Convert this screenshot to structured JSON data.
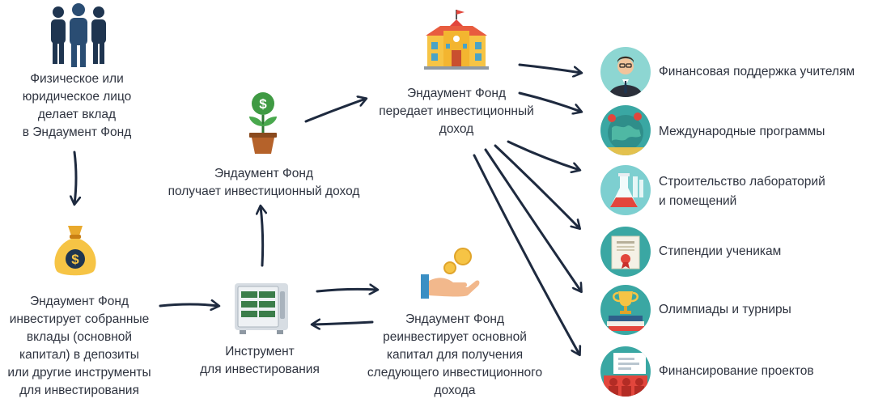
{
  "nodes": {
    "donor": "Физическое или\nюридическое лицо\nделает вклад\nв Эндаумент Фонд",
    "invests": "Эндаумент Фонд\nинвестирует собранные\nвклады (основной\nкапитал) в депозиты\nили другие инструменты\nдля инвестирования",
    "instrument": "Инструмент\nдля инвестирования",
    "receives": "Эндаумент Фонд\nполучает инвестиционный доход",
    "transfers": "Эндаумент Фонд\nпередает инвестиционный\nдоход",
    "reinvests": "Эндаумент Фонд\nреинвестирует основной\nкапитал для получения\nследующего инвестиционного\nдохода"
  },
  "outcomes": [
    {
      "label": "Финансовая поддержка учителям",
      "icon": "teacher-icon"
    },
    {
      "label": "Международные программы",
      "icon": "globe-icon"
    },
    {
      "label": "Строительство лабораторий\nи помещений",
      "icon": "flask-icon"
    },
    {
      "label": "Стипендии ученикам",
      "icon": "certificate-icon"
    },
    {
      "label": "Олимпиады и турниры",
      "icon": "trophy-icon"
    },
    {
      "label": "Финансирование проектов",
      "icon": "presentation-icon"
    }
  ],
  "colors": {
    "navy": "#1f3550",
    "teal": "#3aa7a3",
    "yellow": "#f6c445",
    "green": "#3f8a3a",
    "arrow": "#1e2a3f"
  }
}
